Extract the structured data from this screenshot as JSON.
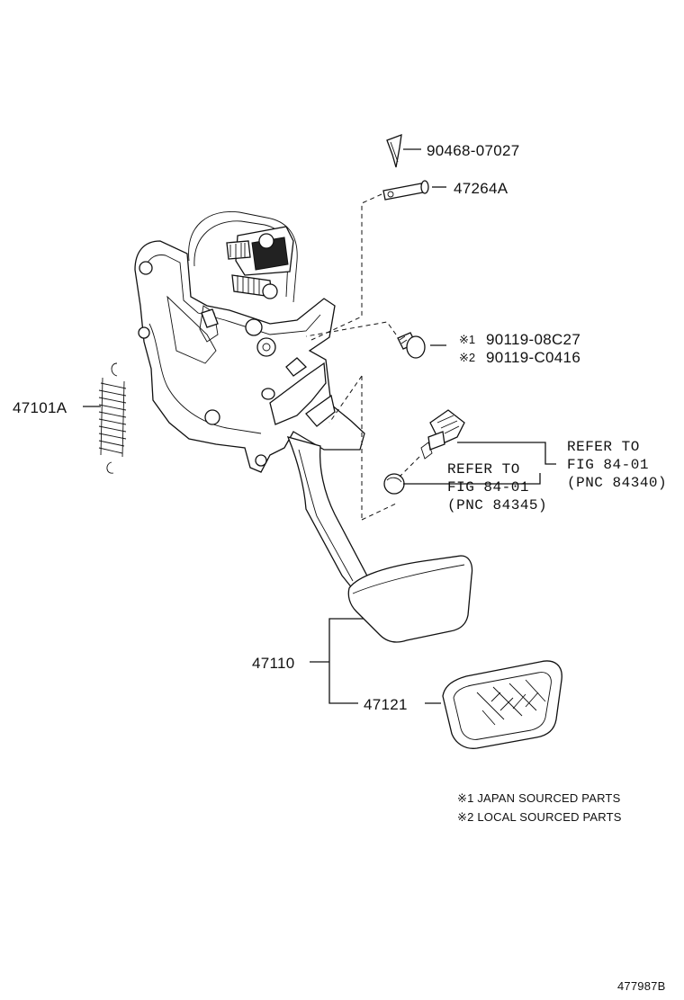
{
  "parts": {
    "clip": "90468-07027",
    "pin": "47264A",
    "bolt_mark_1": "※1",
    "bolt_pn_1": "90119-08C27",
    "bolt_mark_2": "※2",
    "bolt_pn_2": "90119-C0416",
    "spring": "47101A",
    "pedal": "47110",
    "pad": "47121"
  },
  "refs": {
    "switch": [
      "REFER TO",
      "FIG 84-01",
      "(PNC 84340)"
    ],
    "stopper": [
      "REFER TO",
      "FIG 84-01",
      "(PNC 84345)"
    ]
  },
  "notes": {
    "note_1": "※1 JAPAN SOURCED PARTS",
    "note_2": "※2 LOCAL SOURCED PARTS"
  },
  "figure_id": "477987B"
}
